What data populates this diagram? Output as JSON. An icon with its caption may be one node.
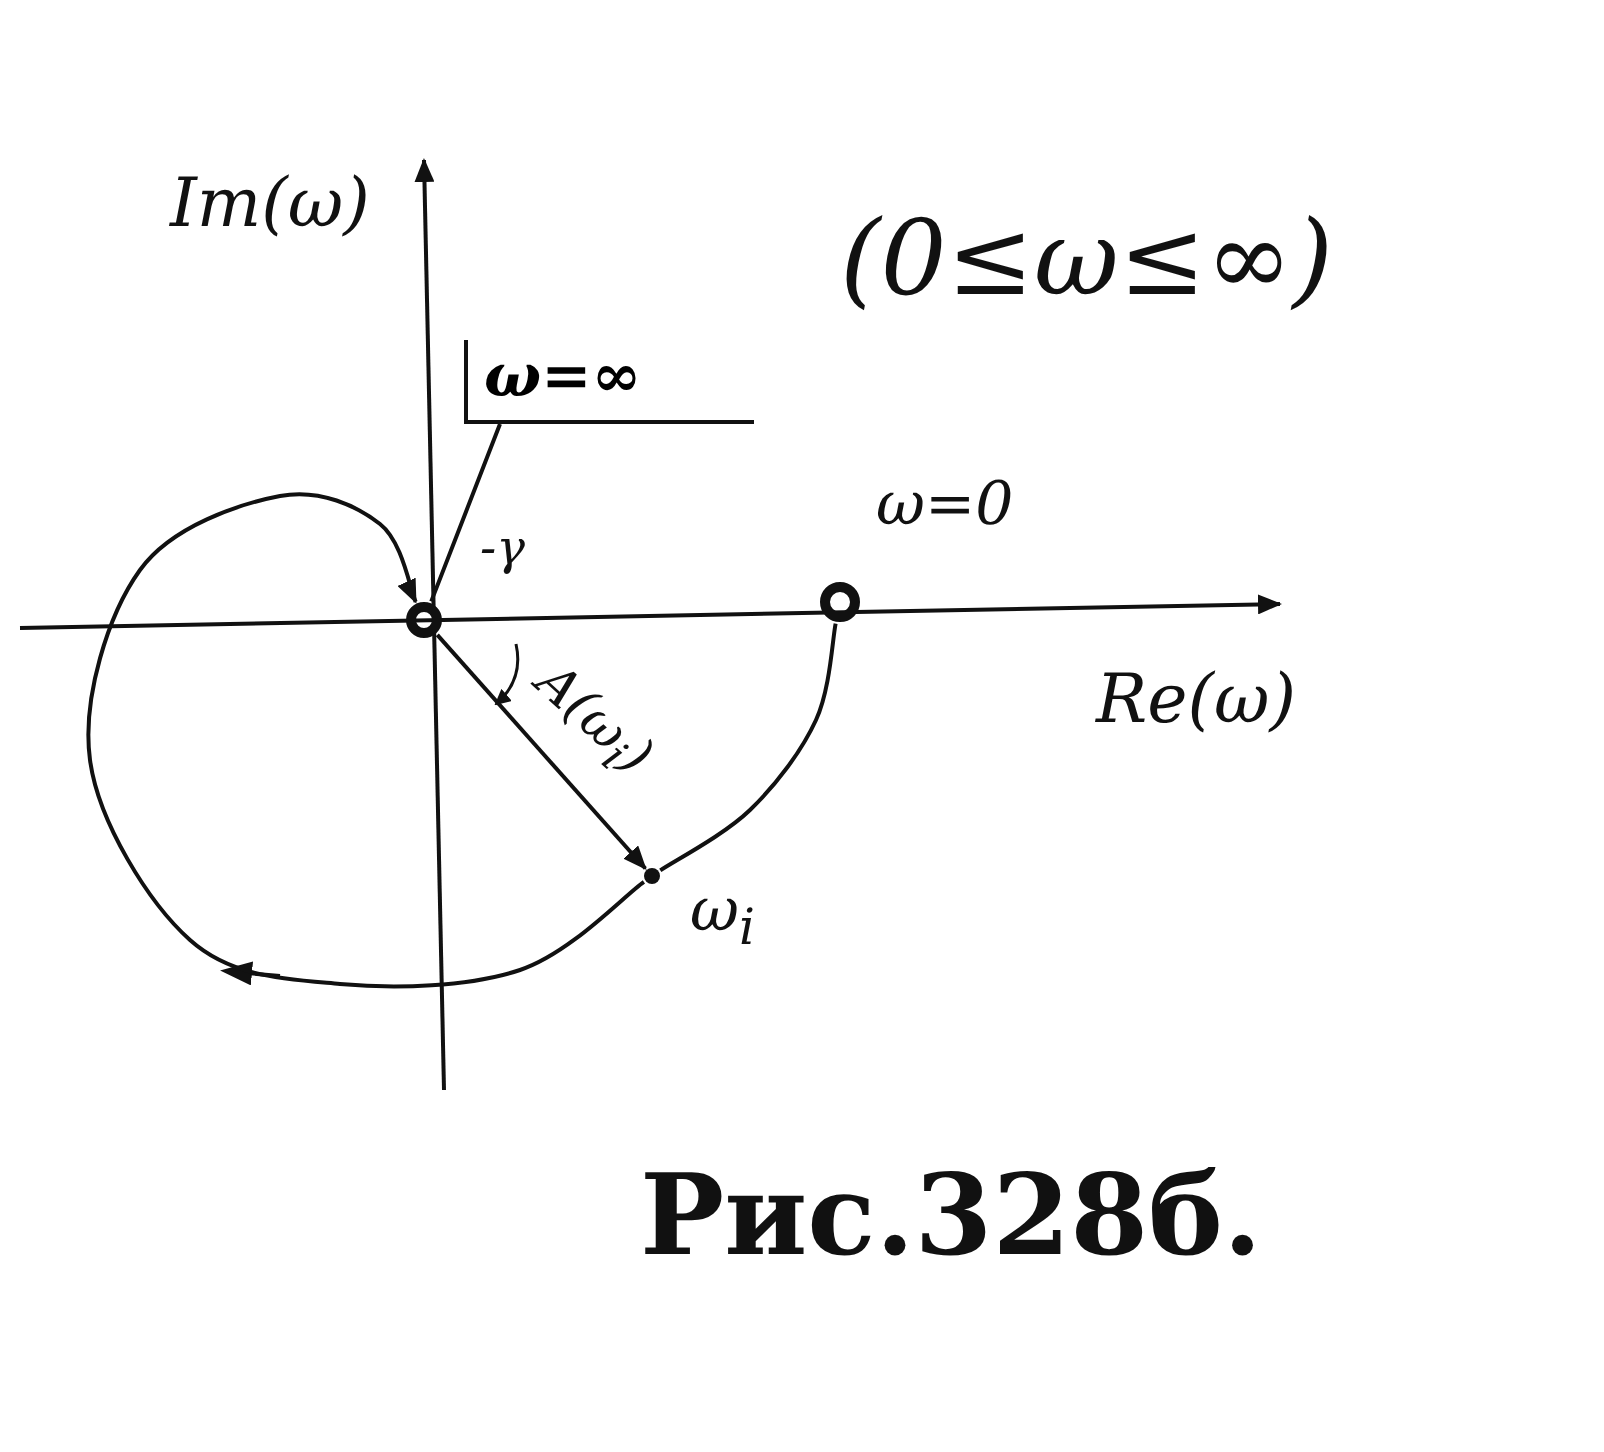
{
  "diagram": {
    "caption": "Рис.328б.",
    "nodes": [
      {
        "text": [
          "ω=∞"
        ]
      },
      {
        "text": [],
        "shape": "circle"
      },
      {
        "text": [],
        "shape": "circle",
        "beside": [
          "ω=0"
        ]
      },
      {
        "text": [],
        "shape": "point",
        "beside": [
          "ω$_{i}$"
        ]
      }
    ],
    "edges": [
      {
        "from": 0,
        "to": 1,
        "arrow": "none"
      },
      {
        "from": 1,
        "to": 3,
        "arrow": "to",
        "label": "A(ω$_{i}$)"
      },
      {
        "from": 2,
        "to": 3,
        "arrow": "none"
      },
      {
        "from": 3,
        "to": 1,
        "arrow": "to"
      }
    ],
    "labels": [
      "Im(ω)",
      "(0≤ω≤∞)",
      "-γ",
      "Re(ω)"
    ]
  }
}
